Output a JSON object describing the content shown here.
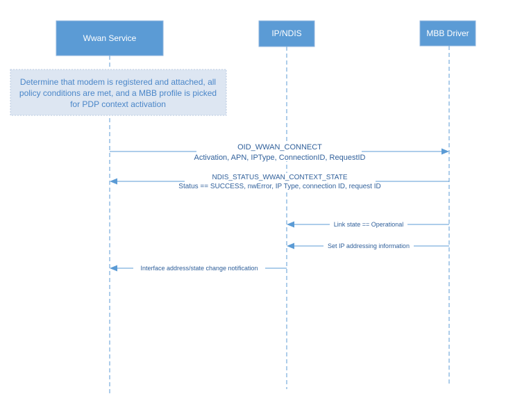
{
  "actors": [
    {
      "id": "wwan",
      "label": "Wwan Service"
    },
    {
      "id": "ipndis",
      "label": "IP/NDIS"
    },
    {
      "id": "mbb",
      "label": "MBB Driver"
    }
  ],
  "note": {
    "lines": [
      "Determine that modem is registered and attached, all",
      "policy conditions are met, and a MBB profile is picked",
      "for PDP context activation"
    ]
  },
  "messages": [
    {
      "from": "wwan",
      "to": "mbb",
      "lines": [
        "OID_WWAN_CONNECT",
        "Activation, APN, IPType, ConnectionID, RequestID"
      ]
    },
    {
      "from": "mbb",
      "to": "wwan",
      "lines": [
        "NDIS_STATUS_WWAN_CONTEXT_STATE",
        "Status == SUCCESS, nwError, IP Type, connection ID, request ID"
      ]
    },
    {
      "from": "mbb",
      "to": "ipndis",
      "lines": [
        "Link state == Operational"
      ]
    },
    {
      "from": "mbb",
      "to": "ipndis",
      "lines": [
        "Set IP addressing information"
      ]
    },
    {
      "from": "ipndis",
      "to": "wwan",
      "lines": [
        "Interface address/state change notification"
      ]
    }
  ],
  "colors": {
    "actor_fill": "#5b9bd5",
    "note_fill": "#dde6f2",
    "line": "#5b9bd5"
  }
}
